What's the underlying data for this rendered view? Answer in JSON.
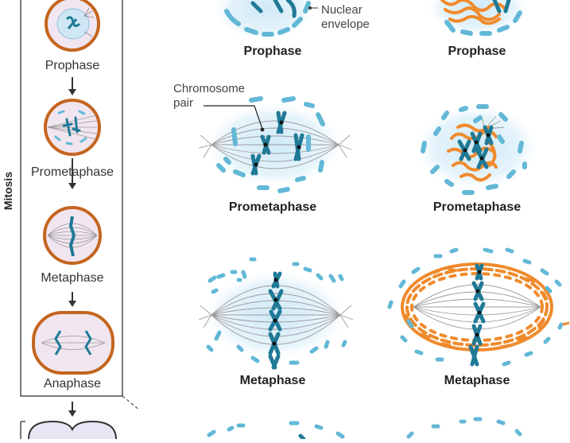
{
  "side_panel": {
    "title": "Mitosis",
    "stages": [
      "Prophase",
      "Prometaphase",
      "Metaphase",
      "Anaphase"
    ]
  },
  "columns": {
    "left": [
      "Prophase",
      "Prometaphase",
      "Metaphase"
    ],
    "right": [
      "Prophase",
      "Prometaphase",
      "Metaphase"
    ]
  },
  "annotations": {
    "nuclear_envelope": "Nuclear envelope",
    "chromosome_pair": "Chromosome pair"
  },
  "colors": {
    "cell_border": "#c4651f",
    "cytoplasm": "#f1e6f0",
    "nucleus": "#cfe7f5",
    "chromosome": "#1f7a97",
    "envelope_fragment": "#62b8d6",
    "spindle": "#9a9a9a",
    "er_network": "#f08a2c"
  }
}
